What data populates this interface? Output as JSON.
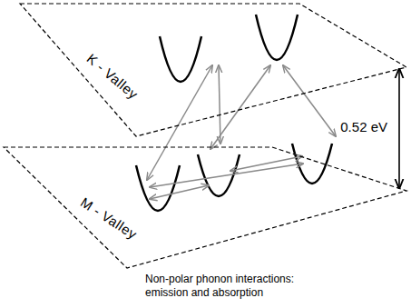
{
  "diagram": {
    "caption": "Non-polar phonon interactions: emission and absorption",
    "nodes": [
      {
        "text": [
          "K - Valley"
        ]
      },
      {
        "text": [
          "M - Valley"
        ]
      }
    ],
    "labels": [
      "0.52 eV"
    ]
  }
}
